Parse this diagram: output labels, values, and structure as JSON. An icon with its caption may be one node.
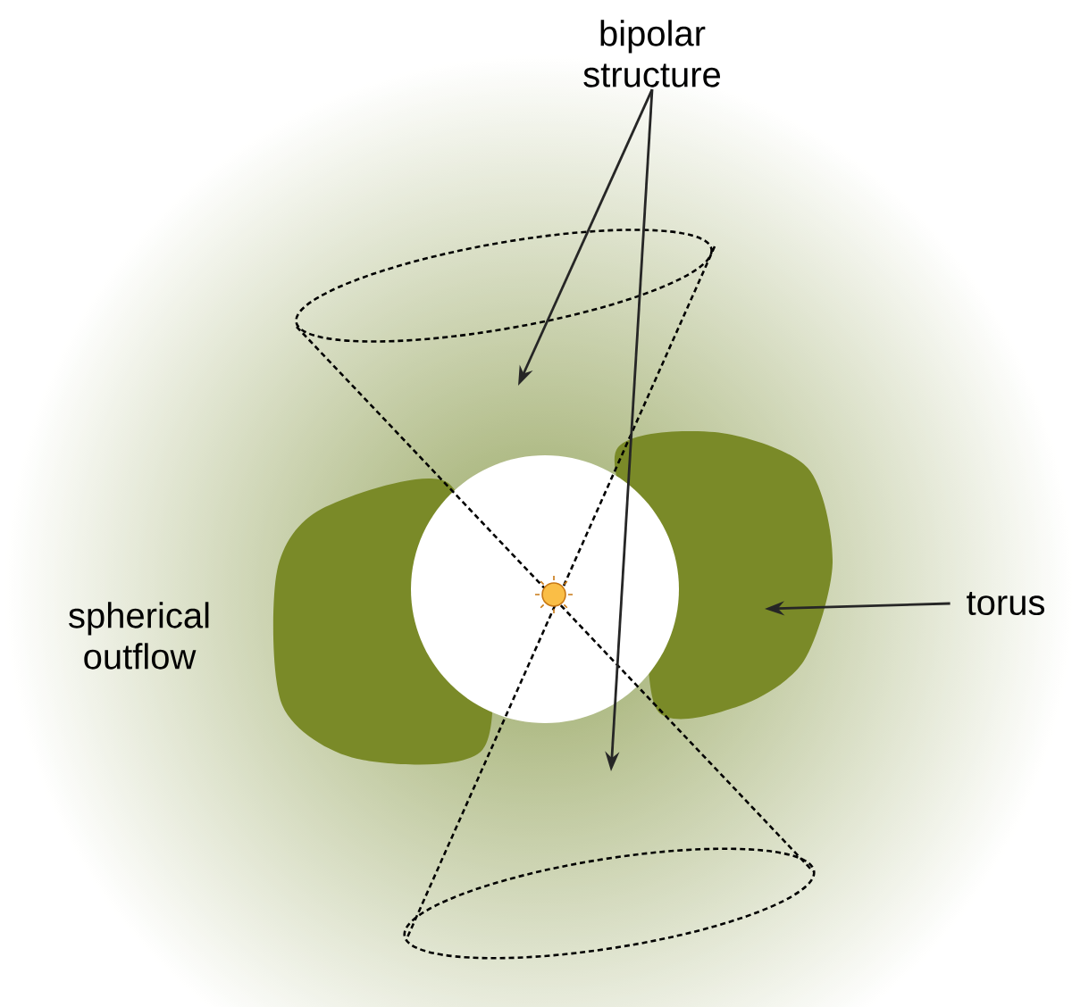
{
  "diagram": {
    "nodes": [
      {
        "text": [
          "bipolar structure"
        ]
      },
      {
        "text": [
          "torus"
        ]
      }
    ],
    "edges": [
      {
        "from": 0,
        "to": null,
        "arrow": "to"
      },
      {
        "from": 0,
        "to": null,
        "arrow": "to"
      },
      {
        "from": 1,
        "to": null,
        "arrow": "to"
      }
    ],
    "labels": [
      "spherical outflow"
    ]
  }
}
